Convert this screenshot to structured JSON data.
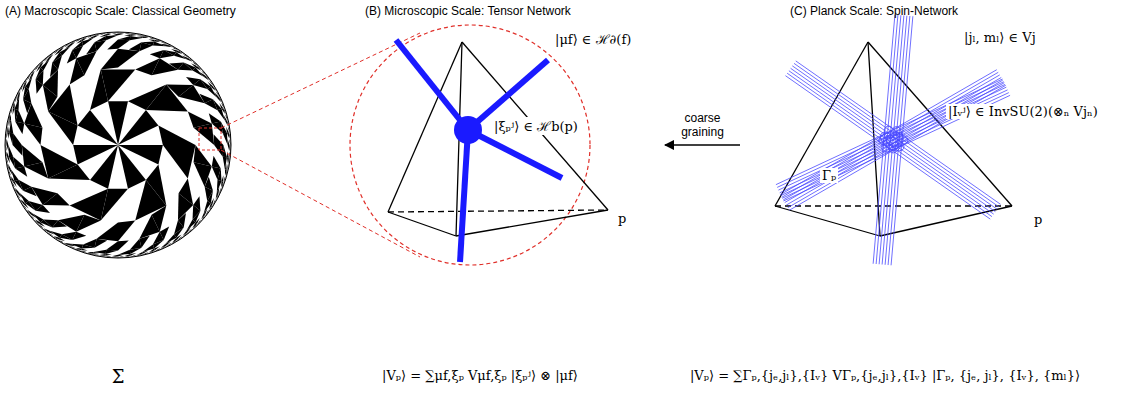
{
  "diagram": {
    "nodes": [
      {
        "text": [
          "(A) Macroscopic Scale: Classical Geometry",
          "Σ"
        ]
      },
      {
        "text": [
          "(B) Microscopic Scale: Tensor Network",
          "|Vₚ⟩ = ∑μf,ξₚ Vμf,ξₚ |ξₚʲ⟩ ⊗ |μf⟩"
        ]
      },
      {
        "text": [
          "(C) Planck Scale: Spin-Network",
          "|Vₚ⟩ = ∑Γₚ,{jₑ,jₗ},{Iᵥ} VΓₚ,{jₑ,jₗ},{Iᵥ} |Γₚ, {jₑ, jₗ}, {Iᵥ}, {mₗ}⟩"
        ]
      }
    ],
    "edges": [
      {
        "from": 2,
        "to": 1,
        "arrow": "to",
        "label": "coarse graining"
      }
    ],
    "labels": [
      "|μf⟩ ∈ ℋ∂(f)",
      "|ξₚʲ⟩ ∈ ℋb(p)",
      "p",
      "|jₗ, mₗ⟩ ∈ Vj",
      "Γₚ",
      "|Iᵥʲ⟩ ∈ InvSU(2)(⊗ₙ Vjₙ)",
      "p"
    ]
  }
}
